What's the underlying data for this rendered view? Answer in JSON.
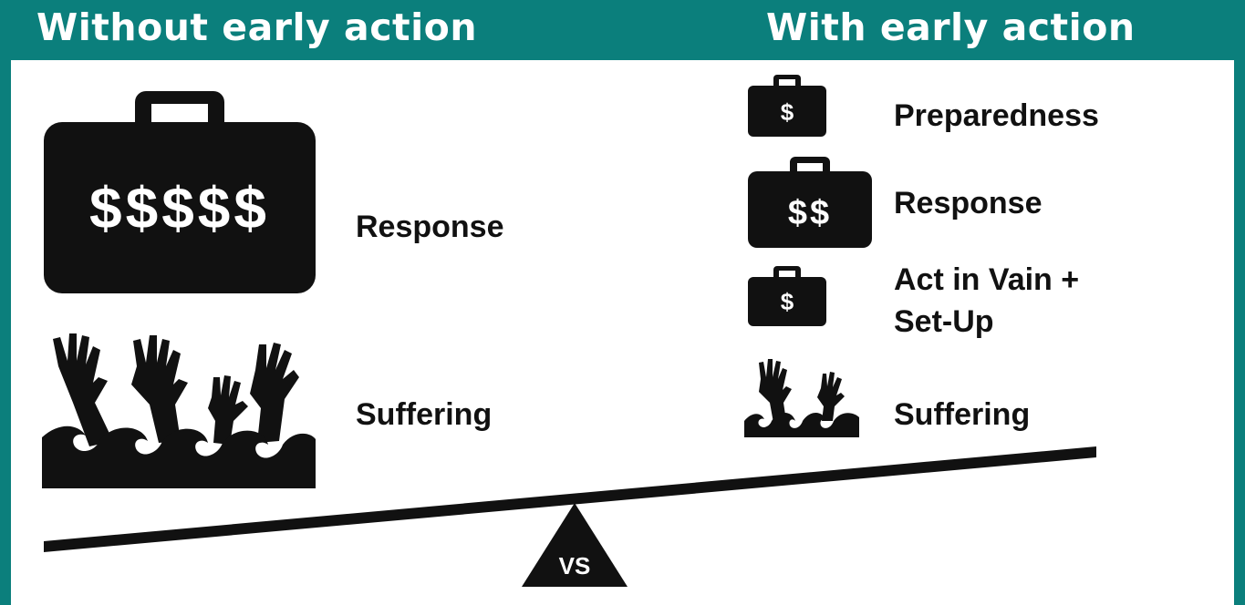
{
  "header": {
    "left_title": "Without early action",
    "right_title": "With early action"
  },
  "left": {
    "briefcase_icon": "briefcase-icon",
    "briefcase_symbol": "$$$$$",
    "response_label": "Response",
    "hands_icon": "drowning-hands-icon",
    "suffering_label": "Suffering"
  },
  "right": {
    "preparedness_symbol": "$",
    "preparedness_label": "Preparedness",
    "response_symbol": "$$",
    "response_label": "Response",
    "vain_symbol": "$",
    "vain_label_line1": "Act in Vain +",
    "vain_label_line2": "Set-Up",
    "suffering_label": "Suffering"
  },
  "fulcrum": {
    "label": "VS"
  },
  "colors": {
    "header": "#0b7f7c",
    "ink": "#111111",
    "panel": "#ffffff"
  }
}
